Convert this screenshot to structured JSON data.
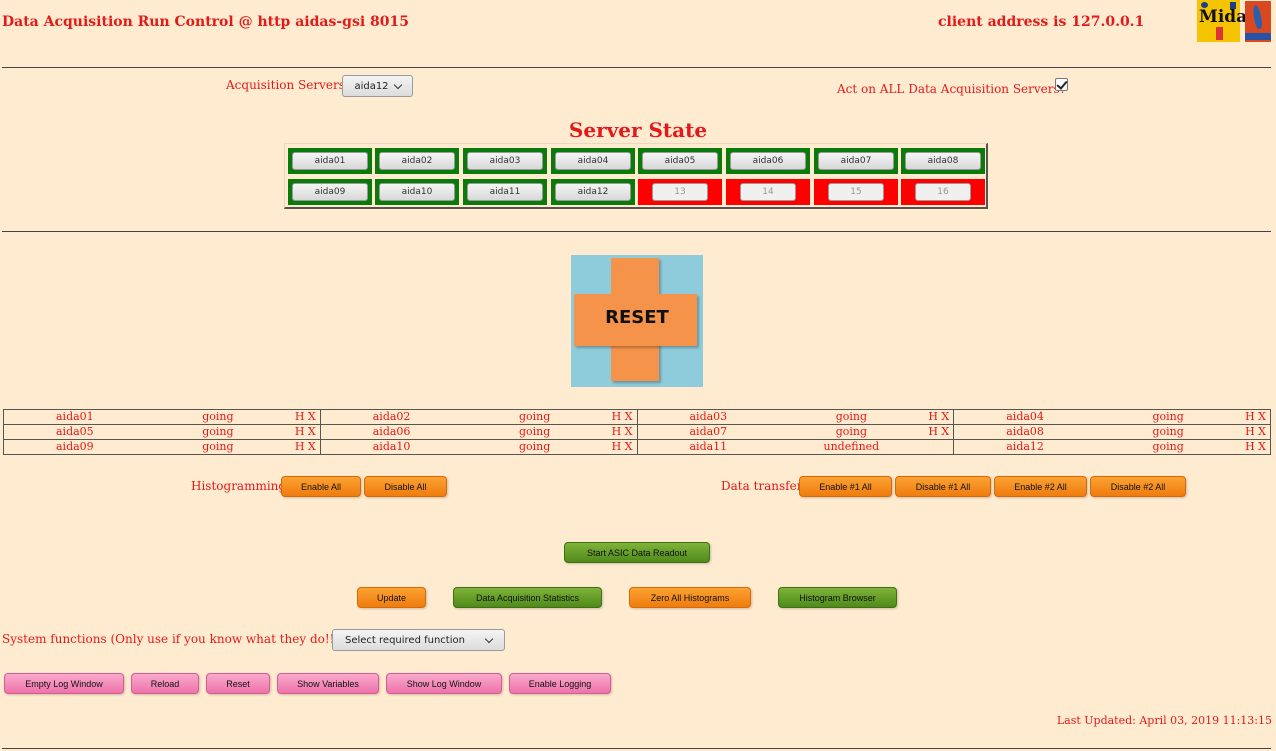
{
  "header": {
    "title": "Data Acquisition Run Control @ http aidas-gsi 8015",
    "client_address": "client address is 127.0.0.1",
    "logos": [
      "midas-logo",
      "tcl-powered-logo"
    ],
    "midas_text": "Midas"
  },
  "servers": {
    "label": "Acquisition Servers",
    "selected": "aida12",
    "act_on_all_label": "Act on ALL Data Acquisition Servers?",
    "act_on_all_checked": true
  },
  "server_state": {
    "title": "Server State",
    "cells": [
      {
        "label": "aida01",
        "status": "ok"
      },
      {
        "label": "aida02",
        "status": "ok"
      },
      {
        "label": "aida03",
        "status": "ok"
      },
      {
        "label": "aida04",
        "status": "ok"
      },
      {
        "label": "aida05",
        "status": "ok"
      },
      {
        "label": "aida06",
        "status": "ok"
      },
      {
        "label": "aida07",
        "status": "ok"
      },
      {
        "label": "aida08",
        "status": "ok"
      },
      {
        "label": "aida09",
        "status": "ok"
      },
      {
        "label": "aida10",
        "status": "ok"
      },
      {
        "label": "aida11",
        "status": "ok"
      },
      {
        "label": "aida12",
        "status": "ok"
      },
      {
        "label": "13",
        "status": "bad"
      },
      {
        "label": "14",
        "status": "bad"
      },
      {
        "label": "15",
        "status": "bad"
      },
      {
        "label": "16",
        "status": "bad"
      }
    ],
    "colors": {
      "ok": "#0a7a0a",
      "bad": "#ff0000"
    }
  },
  "reset_image": {
    "text": "RESET"
  },
  "status_table": {
    "rows": [
      [
        {
          "name": "aida01",
          "state": "going",
          "h": "H",
          "x": "X"
        },
        {
          "name": "aida02",
          "state": "going",
          "h": "H",
          "x": "X"
        },
        {
          "name": "aida03",
          "state": "going",
          "h": "H",
          "x": "X"
        },
        {
          "name": "aida04",
          "state": "going",
          "h": "H",
          "x": "X"
        }
      ],
      [
        {
          "name": "aida05",
          "state": "going",
          "h": "H",
          "x": "X"
        },
        {
          "name": "aida06",
          "state": "going",
          "h": "H",
          "x": "X"
        },
        {
          "name": "aida07",
          "state": "going",
          "h": "H",
          "x": "X"
        },
        {
          "name": "aida08",
          "state": "going",
          "h": "H",
          "x": "X"
        }
      ],
      [
        {
          "name": "aida09",
          "state": "going",
          "h": "H",
          "x": "X"
        },
        {
          "name": "aida10",
          "state": "going",
          "h": "H",
          "x": "X"
        },
        {
          "name": "aida11",
          "state": "undefined",
          "h": "",
          "x": ""
        },
        {
          "name": "aida12",
          "state": "going",
          "h": "H",
          "x": "X"
        }
      ]
    ]
  },
  "histogramming": {
    "label": "Histogramming",
    "enable_all": "Enable All",
    "disable_all": "Disable All"
  },
  "data_transfer": {
    "label": "Data transfer",
    "enable1": "Enable #1 All",
    "disable1": "Disable #1 All",
    "enable2": "Enable #2 All",
    "disable2": "Disable #2 All"
  },
  "actions": {
    "start_asic": "Start ASIC Data Readout",
    "update": "Update",
    "daq_stats": "Data Acquisition Statistics",
    "zero_histograms": "Zero All Histograms",
    "histogram_browser": "Histogram Browser"
  },
  "system": {
    "label": "System functions (Only use if you know what they do!!!)",
    "select_value": "Select required function",
    "buttons": {
      "empty_log": "Empty Log Window",
      "reload": "Reload",
      "reset": "Reset",
      "show_variables": "Show Variables",
      "show_log": "Show Log Window",
      "enable_logging": "Enable Logging"
    }
  },
  "footer": {
    "last_updated": "Last Updated: April 03, 2019 11:13:15"
  }
}
